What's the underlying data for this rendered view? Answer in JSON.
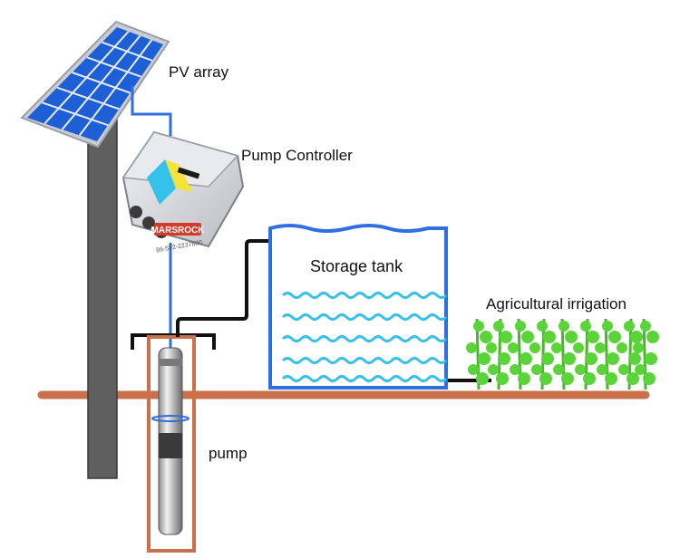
{
  "labels": {
    "pv_array": "PV array",
    "pump_controller": "Pump Controller",
    "storage_tank": "Storage tank",
    "agricultural_irrigation": "Agricultural irrigation",
    "pump": "pump"
  },
  "controller": {
    "brand": "MARSROCK",
    "phone": "86-592-2237800"
  },
  "colors": {
    "panel_frame": "#c9ccd2",
    "panel_cell": "#1e5fd6",
    "pole": "#5f5f5f",
    "wire_blue": "#2f6fe0",
    "pipe_black": "#111111",
    "tank_outline": "#2f6fe0",
    "water_wave": "#38c0ea",
    "ground": "#c8714a",
    "well": "#111111",
    "plants": "#5bd43a"
  },
  "icons": [
    "solar-panel-icon",
    "pump-controller-icon",
    "submersible-pump-icon",
    "plants-icon"
  ]
}
